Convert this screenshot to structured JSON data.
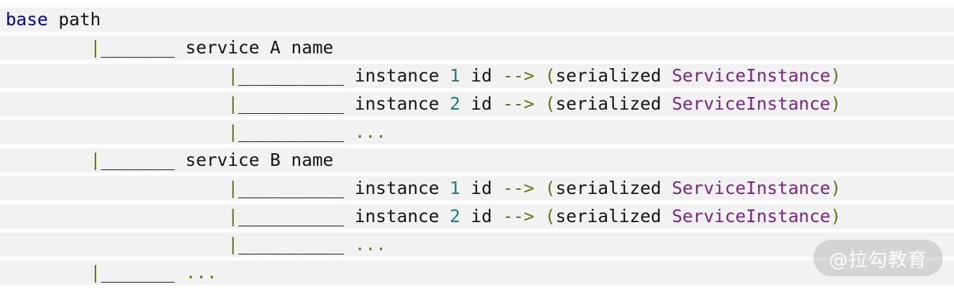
{
  "palette": {
    "text": "#141414",
    "keyword": "#0000a2",
    "number": "#1e7b87",
    "symbol": "#6b7314",
    "class": "#7c2483",
    "stripe": "#f2f2f2",
    "background": "#ffffff",
    "watermark_bg": "rgba(188,188,188,0.55)",
    "watermark_text": "rgba(255,255,255,0.95)"
  },
  "code": {
    "lines": [
      {
        "segments": [
          {
            "t": "base",
            "c": "keyword"
          },
          {
            "t": " path",
            "c": "text"
          }
        ]
      },
      {
        "segments": [
          {
            "t": "        ",
            "c": "text"
          },
          {
            "t": "|",
            "c": "symbol"
          },
          {
            "t": "_______ service A name",
            "c": "text"
          }
        ]
      },
      {
        "segments": [
          {
            "t": "                     ",
            "c": "text"
          },
          {
            "t": "|",
            "c": "symbol"
          },
          {
            "t": "__________ instance ",
            "c": "text"
          },
          {
            "t": "1",
            "c": "number"
          },
          {
            "t": " id ",
            "c": "text"
          },
          {
            "t": "-->",
            "c": "symbol"
          },
          {
            "t": " ",
            "c": "text"
          },
          {
            "t": "(",
            "c": "symbol"
          },
          {
            "t": "serialized ",
            "c": "text"
          },
          {
            "t": "ServiceInstance",
            "c": "class"
          },
          {
            "t": ")",
            "c": "symbol"
          }
        ]
      },
      {
        "segments": [
          {
            "t": "                     ",
            "c": "text"
          },
          {
            "t": "|",
            "c": "symbol"
          },
          {
            "t": "__________ instance ",
            "c": "text"
          },
          {
            "t": "2",
            "c": "number"
          },
          {
            "t": " id ",
            "c": "text"
          },
          {
            "t": "-->",
            "c": "symbol"
          },
          {
            "t": " ",
            "c": "text"
          },
          {
            "t": "(",
            "c": "symbol"
          },
          {
            "t": "serialized ",
            "c": "text"
          },
          {
            "t": "ServiceInstance",
            "c": "class"
          },
          {
            "t": ")",
            "c": "symbol"
          }
        ]
      },
      {
        "segments": [
          {
            "t": "                     ",
            "c": "text"
          },
          {
            "t": "|",
            "c": "symbol"
          },
          {
            "t": "__________ ",
            "c": "text"
          },
          {
            "t": "...",
            "c": "symbol"
          }
        ]
      },
      {
        "segments": [
          {
            "t": "        ",
            "c": "text"
          },
          {
            "t": "|",
            "c": "symbol"
          },
          {
            "t": "_______ service B name",
            "c": "text"
          }
        ]
      },
      {
        "segments": [
          {
            "t": "                     ",
            "c": "text"
          },
          {
            "t": "|",
            "c": "symbol"
          },
          {
            "t": "__________ instance ",
            "c": "text"
          },
          {
            "t": "1",
            "c": "number"
          },
          {
            "t": " id ",
            "c": "text"
          },
          {
            "t": "-->",
            "c": "symbol"
          },
          {
            "t": " ",
            "c": "text"
          },
          {
            "t": "(",
            "c": "symbol"
          },
          {
            "t": "serialized ",
            "c": "text"
          },
          {
            "t": "ServiceInstance",
            "c": "class"
          },
          {
            "t": ")",
            "c": "symbol"
          }
        ]
      },
      {
        "segments": [
          {
            "t": "                     ",
            "c": "text"
          },
          {
            "t": "|",
            "c": "symbol"
          },
          {
            "t": "__________ instance ",
            "c": "text"
          },
          {
            "t": "2",
            "c": "number"
          },
          {
            "t": " id ",
            "c": "text"
          },
          {
            "t": "-->",
            "c": "symbol"
          },
          {
            "t": " ",
            "c": "text"
          },
          {
            "t": "(",
            "c": "symbol"
          },
          {
            "t": "serialized ",
            "c": "text"
          },
          {
            "t": "ServiceInstance",
            "c": "class"
          },
          {
            "t": ")",
            "c": "symbol"
          }
        ]
      },
      {
        "segments": [
          {
            "t": "                     ",
            "c": "text"
          },
          {
            "t": "|",
            "c": "symbol"
          },
          {
            "t": "__________ ",
            "c": "text"
          },
          {
            "t": "...",
            "c": "symbol"
          }
        ]
      },
      {
        "segments": [
          {
            "t": "        ",
            "c": "text"
          },
          {
            "t": "|",
            "c": "symbol"
          },
          {
            "t": "_______ ",
            "c": "text"
          },
          {
            "t": "...",
            "c": "symbol"
          }
        ]
      }
    ]
  },
  "watermark": {
    "label": "@拉勾教育"
  }
}
